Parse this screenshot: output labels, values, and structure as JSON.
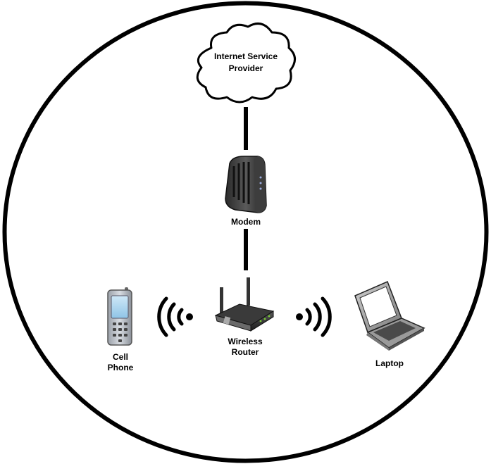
{
  "nodes": {
    "isp": {
      "line1": "Internet Service",
      "line2": "Provider",
      "icon": "cloud-icon"
    },
    "modem": {
      "label": "Modem",
      "icon": "modem-icon"
    },
    "router": {
      "line1": "Wireless",
      "line2": "Router",
      "icon": "router-icon"
    },
    "phone": {
      "line1": "Cell",
      "line2": "Phone",
      "icon": "cell-phone-icon"
    },
    "laptop": {
      "label": "Laptop",
      "icon": "laptop-icon"
    }
  },
  "connections": [
    {
      "from": "isp",
      "to": "modem",
      "type": "wired"
    },
    {
      "from": "modem",
      "to": "router",
      "type": "wired"
    },
    {
      "from": "router",
      "to": "phone",
      "type": "wireless"
    },
    {
      "from": "router",
      "to": "laptop",
      "type": "wireless"
    }
  ]
}
